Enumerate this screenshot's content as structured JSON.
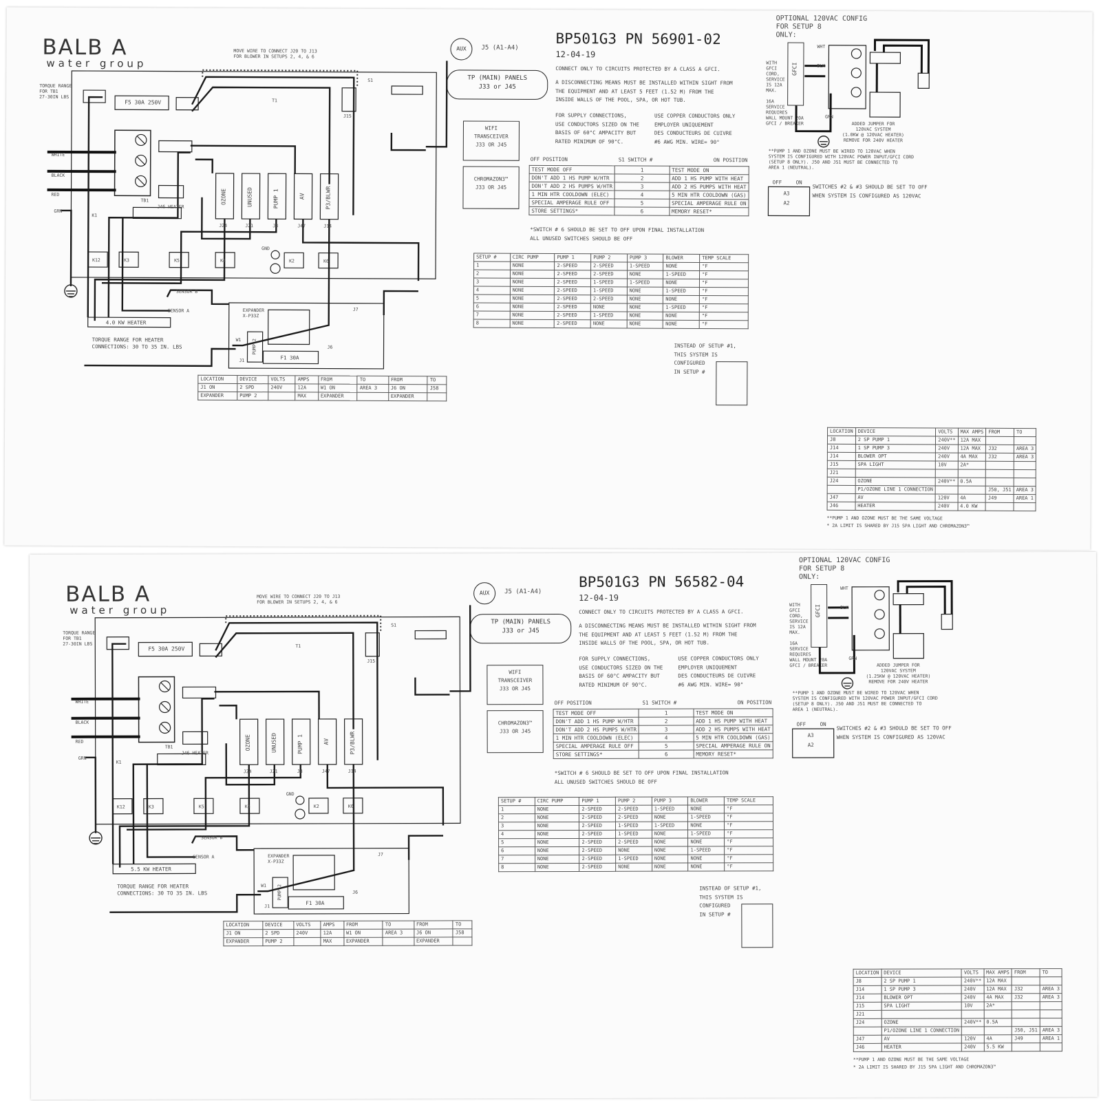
{
  "sheets": [
    {
      "logo": {
        "main": "BALB A",
        "sub": "water group"
      },
      "title": "BP501G3 PN 56901-02",
      "date": "12-04-19",
      "move_wire": "MOVE WIRE TO CONNECT J20 TO J13\nFOR BLOWER IN SETUPS 2, 4, & 6",
      "aux": "AUX",
      "aux_conn": "J5 (A1-A4)",
      "tp_panels": "TP (MAIN) PANELS\nJ33 or J45",
      "wifi": "WIFI\nTRANSCEIVER\nJ33 OR J45",
      "chromazon": "CHROMAZON3™\nJ33 OR J45",
      "torque_tb1": "TORQUE RANGE\nFOR TB1\n27-30IN LBS",
      "wire_colors": [
        "WHITE",
        "BLACK",
        "RED",
        "GRN"
      ],
      "fuse": "F5 30A 250V",
      "tb1": "TB1",
      "t1": "T1",
      "relays": [
        "OZONE",
        "UNUSED",
        "PUMP 1",
        "AV",
        "P3/BLWR"
      ],
      "relay_jacks": [
        "J24",
        "J21",
        "J8",
        "J47",
        "J14"
      ],
      "heater_conn": "J46 HEATER",
      "k_labels": [
        "K1",
        "K12",
        "K3",
        "K5",
        "K4",
        "K2",
        "K6"
      ],
      "gnd": "GND",
      "sensor_b": "SENSOR B",
      "sensor_a": "SENSOR A",
      "heater": "4.0 KW HEATER",
      "torque_heater": "TORQUE RANGE FOR HEATER\nCONNECTIONS: 30 TO 35 IN. LBS",
      "expander": "EXPANDER\nX-P33Z",
      "expander_pump": "PUMP 2",
      "expander_fuse": "F1 30A",
      "j_labels": [
        "J7",
        "J6",
        "J1",
        "W1",
        "S1",
        "J15"
      ],
      "gfci_notice": "CONNECT ONLY TO CIRCUITS PROTECTED BY A CLASS A GFCI.",
      "disconnect": "A DISCONNECTING MEANS MUST BE INSTALLED WITHIN SIGHT FROM\nTHE EQUIPMENT AND AT LEAST 5 FEET (1.52 M) FROM THE\nINSIDE WALLS OF THE POOL, SPA, OR HOT TUB.",
      "supply": "FOR SUPPLY CONNECTIONS,\nUSE CONDUCTORS SIZED ON THE\nBASIS OF 60°C AMPACITY BUT\nRATED MINIMUM OF 90°C.",
      "copper": "USE COPPER CONDUCTORS ONLY\nEMPLOYER UNIQUEMENT\nDES CONDUCTEURS DE CUIVRE\n#6 AWG MIN. WIRE= 90°",
      "switch_headers": [
        "OFF POSITION",
        "S1 SWITCH #",
        "ON POSITION"
      ],
      "switches": [
        {
          "off": "TEST MODE OFF",
          "n": "1",
          "on": "TEST MODE ON"
        },
        {
          "off": "DON'T ADD 1 HS PUMP W/HTR",
          "n": "2",
          "on": "ADD 1 HS PUMP WITH HEAT"
        },
        {
          "off": "DON'T ADD 2 HS PUMPS W/HTR",
          "n": "3",
          "on": "ADD 2 HS PUMPS WITH HEAT"
        },
        {
          "off": "1 MIN HTR COOLDOWN (ELEC)",
          "n": "4",
          "on": "5 MIN HTR COOLDOWN (GAS)"
        },
        {
          "off": "SPECIAL AMPERAGE RULE OFF",
          "n": "5",
          "on": "SPECIAL AMPERAGE RULE ON"
        },
        {
          "off": "STORE SETTINGS*",
          "n": "6",
          "on": "MEMORY RESET*"
        }
      ],
      "switch_note": "*SWITCH # 6 SHOULD BE SET TO OFF UPON FINAL INSTALLATION\nALL UNUSED SWITCHES SHOULD BE OFF",
      "setup_headers": [
        "SETUP #",
        "CIRC PUMP",
        "PUMP 1",
        "PUMP 2",
        "PUMP 3",
        "BLOWER",
        "TEMP SCALE"
      ],
      "setups": [
        [
          "1",
          "NONE",
          "2-SPEED",
          "2-SPEED",
          "1-SPEED",
          "NONE",
          "°F"
        ],
        [
          "2",
          "NONE",
          "2-SPEED",
          "2-SPEED",
          "NONE",
          "1-SPEED",
          "°F"
        ],
        [
          "3",
          "NONE",
          "2-SPEED",
          "1-SPEED",
          "1-SPEED",
          "NONE",
          "°F"
        ],
        [
          "4",
          "NONE",
          "2-SPEED",
          "1-SPEED",
          "NONE",
          "1-SPEED",
          "°F"
        ],
        [
          "5",
          "NONE",
          "2-SPEED",
          "2-SPEED",
          "NONE",
          "NONE",
          "°F"
        ],
        [
          "6",
          "NONE",
          "2-SPEED",
          "NONE",
          "NONE",
          "1-SPEED",
          "°F"
        ],
        [
          "7",
          "NONE",
          "2-SPEED",
          "1-SPEED",
          "NONE",
          "NONE",
          "°F"
        ],
        [
          "8",
          "NONE",
          "2-SPEED",
          "NONE",
          "NONE",
          "NONE",
          "°F"
        ]
      ],
      "instead_setup": "INSTEAD OF SETUP #1,\nTHIS SYSTEM IS\nCONFIGURED\nIN SETUP #",
      "exp_headers": [
        "LOCATION",
        "DEVICE",
        "VOLTS",
        "AMPS",
        "FROM",
        "TO",
        "FROM",
        "TO"
      ],
      "exp_rows": [
        [
          "J1 ON",
          "2 SPD",
          "240V",
          "12A",
          "W1 ON",
          "AREA 3",
          "J6 ON",
          "J58"
        ],
        [
          "EXPANDER",
          "PUMP 2",
          "",
          "MAX",
          "EXPANDER",
          "",
          "EXPANDER",
          ""
        ]
      ],
      "optional": "OPTIONAL 120VAC CONFIG\nFOR SETUP 8\nONLY:",
      "gfci": "GFCI",
      "opt_wires": [
        "WHT",
        "BLK",
        "GRN"
      ],
      "opt_left": "WITH\nGFCI\nCORD,\nSERVICE\nIS 12A\nMAX.\n\n16A\nSERVICE\nREQUIRES\nWALL MOUNT 20A\nGFCI / BREAKER",
      "jumper": "ADDED JUMPER FOR\n120VAC SYSTEM\n(1.0KW @ 120VAC HEATER)\nREMOVE FOR 240V HEATER",
      "pump_note": "**PUMP 1 AND OZONE MUST BE WIRED TO 120VAC WHEN\nSYSTEM IS CONFIGURED WITH 120VAC POWER INPUT/GFCI CORD\n(SETUP 8 ONLY). J50 AND J51 MUST BE CONNECTED TO\nAREA 1 (NEUTRAL).",
      "offon": [
        "OFF",
        "ON",
        "A3",
        "A2"
      ],
      "switches_note": "SWITCHES #2 & #3 SHOULD BE SET TO OFF\nWHEN SYSTEM IS CONFIGURED AS 120VAC",
      "loc_headers": [
        "LOCATION",
        "DEVICE",
        "VOLTS",
        "MAX AMPS",
        "FROM",
        "TO"
      ],
      "loc_rows": [
        [
          "J8",
          "2 SP PUMP 1",
          "240V**",
          "12A MAX",
          "",
          ""
        ],
        [
          "J14",
          "1 SP PUMP 3",
          "240V",
          "12A MAX",
          "J32",
          "AREA 3"
        ],
        [
          "J14",
          "BLOWER OPT",
          "240V",
          "4A MAX",
          "J32",
          "AREA 3"
        ],
        [
          "J15",
          "SPA LIGHT",
          "10V",
          "2A*",
          "",
          ""
        ],
        [
          "J21",
          "",
          "",
          "",
          "",
          ""
        ],
        [
          "J24",
          "OZONE",
          "240V**",
          "0.5A",
          "",
          ""
        ],
        [
          "",
          "P1/OZONE LINE 1 CONNECTION",
          "",
          "",
          "J50, J51",
          "AREA 3"
        ],
        [
          "J47",
          "AV",
          "120V",
          "4A",
          "J49",
          "AREA 1"
        ],
        [
          "J46",
          "HEATER",
          "240V",
          "4.0 KW",
          "",
          ""
        ]
      ],
      "loc_note": "**PUMP 1 AND OZONE MUST BE THE SAME VOLTAGE\n* 2A LIMIT IS SHARED BY J15 SPA LIGHT AND CHROMAZON3™"
    },
    {
      "logo": {
        "main": "BALB A",
        "sub": "water group"
      },
      "title": "BP501G3 PN 56582-04",
      "date": "12-04-19",
      "move_wire": "MOVE WIRE TO CONNECT J20 TO J13\nFOR BLOWER IN SETUPS 2, 4, & 6",
      "aux": "AUX",
      "aux_conn": "J5 (A1-A4)",
      "tp_panels": "TP (MAIN) PANELS\nJ33 or J45",
      "wifi": "WIFI\nTRANSCEIVER\nJ33 OR J45",
      "chromazon": "CHROMAZON3™\nJ33 OR J45",
      "torque_tb1": "TORQUE RANGE\nFOR TB1\n27-30IN LBS",
      "wire_colors": [
        "WHITE",
        "BLACK",
        "RED",
        "GRN"
      ],
      "fuse": "F5 30A 250V",
      "tb1": "TB1",
      "t1": "T1",
      "relays": [
        "OZONE",
        "UNUSED",
        "PUMP 1",
        "AV",
        "P3/BLWR"
      ],
      "relay_jacks": [
        "J24",
        "J21",
        "J8",
        "J47",
        "J14"
      ],
      "heater_conn": "J46 HEATER",
      "k_labels": [
        "K1",
        "K12",
        "K3",
        "K5",
        "K4",
        "K2",
        "K6"
      ],
      "gnd": "GND",
      "sensor_b": "SENSOR B",
      "sensor_a": "SENSOR A",
      "heater": "5.5 KW HEATER",
      "torque_heater": "TORQUE RANGE FOR HEATER\nCONNECTIONS: 30 TO 35 IN. LBS",
      "expander": "EXPANDER\nX-P33Z",
      "expander_pump": "PUMP 2",
      "expander_fuse": "F1 30A",
      "j_labels": [
        "J7",
        "J6",
        "J1",
        "W1",
        "S1",
        "J15"
      ],
      "gfci_notice": "CONNECT ONLY TO CIRCUITS PROTECTED BY A CLASS A GFCI.",
      "disconnect": "A DISCONNECTING MEANS MUST BE INSTALLED WITHIN SIGHT FROM\nTHE EQUIPMENT AND AT LEAST 5 FEET (1.52 M) FROM THE\nINSIDE WALLS OF THE POOL, SPA, OR HOT TUB.",
      "supply": "FOR SUPPLY CONNECTIONS,\nUSE CONDUCTORS SIZED ON THE\nBASIS OF 60°C AMPACITY BUT\nRATED MINIMUM OF 90°C.",
      "copper": "USE COPPER CONDUCTORS ONLY\nEMPLOYER UNIQUEMENT\nDES CONDUCTEURS DE CUIVRE\n#6 AWG MIN. WIRE= 90°",
      "switch_headers": [
        "OFF POSITION",
        "S1 SWITCH #",
        "ON POSITION"
      ],
      "switches": [
        {
          "off": "TEST MODE OFF",
          "n": "1",
          "on": "TEST MODE ON"
        },
        {
          "off": "DON'T ADD 1 HS PUMP W/HTR",
          "n": "2",
          "on": "ADD 1 HS PUMP WITH HEAT"
        },
        {
          "off": "DON'T ADD 2 HS PUMPS W/HTR",
          "n": "3",
          "on": "ADD 2 HS PUMPS WITH HEAT"
        },
        {
          "off": "1 MIN HTR COOLDOWN (ELEC)",
          "n": "4",
          "on": "5 MIN HTR COOLDOWN (GAS)"
        },
        {
          "off": "SPECIAL AMPERAGE RULE OFF",
          "n": "5",
          "on": "SPECIAL AMPERAGE RULE ON"
        },
        {
          "off": "STORE SETTINGS*",
          "n": "6",
          "on": "MEMORY RESET*"
        }
      ],
      "switch_note": "*SWITCH # 6 SHOULD BE SET TO OFF UPON FINAL INSTALLATION\nALL UNUSED SWITCHES SHOULD BE OFF",
      "setup_headers": [
        "SETUP #",
        "CIRC PUMP",
        "PUMP 1",
        "PUMP 2",
        "PUMP 3",
        "BLOWER",
        "TEMP SCALE"
      ],
      "setups": [
        [
          "1",
          "NONE",
          "2-SPEED",
          "2-SPEED",
          "1-SPEED",
          "NONE",
          "°F"
        ],
        [
          "2",
          "NONE",
          "2-SPEED",
          "2-SPEED",
          "NONE",
          "1-SPEED",
          "°F"
        ],
        [
          "3",
          "NONE",
          "2-SPEED",
          "1-SPEED",
          "1-SPEED",
          "NONE",
          "°F"
        ],
        [
          "4",
          "NONE",
          "2-SPEED",
          "1-SPEED",
          "NONE",
          "1-SPEED",
          "°F"
        ],
        [
          "5",
          "NONE",
          "2-SPEED",
          "2-SPEED",
          "NONE",
          "NONE",
          "°F"
        ],
        [
          "6",
          "NONE",
          "2-SPEED",
          "NONE",
          "NONE",
          "1-SPEED",
          "°F"
        ],
        [
          "7",
          "NONE",
          "2-SPEED",
          "1-SPEED",
          "NONE",
          "NONE",
          "°F"
        ],
        [
          "8",
          "NONE",
          "2-SPEED",
          "NONE",
          "NONE",
          "NONE",
          "°F"
        ]
      ],
      "instead_setup": "INSTEAD OF SETUP #1,\nTHIS SYSTEM IS\nCONFIGURED\nIN SETUP #",
      "exp_headers": [
        "LOCATION",
        "DEVICE",
        "VOLTS",
        "AMPS",
        "FROM",
        "TO",
        "FROM",
        "TO"
      ],
      "exp_rows": [
        [
          "J1 ON",
          "2 SPD",
          "240V",
          "12A",
          "W1 ON",
          "AREA 3",
          "J6 ON",
          "J58"
        ],
        [
          "EXPANDER",
          "PUMP 2",
          "",
          "MAX",
          "EXPANDER",
          "",
          "EXPANDER",
          ""
        ]
      ],
      "optional": "OPTIONAL 120VAC CONFIG\nFOR SETUP 8\nONLY:",
      "gfci": "GFCI",
      "opt_wires": [
        "WHT",
        "BLK",
        "GRN"
      ],
      "opt_left": "WITH\nGFCI\nCORD,\nSERVICE\nIS 12A\nMAX.\n\n16A\nSERVICE\nREQUIRES\nWALL MOUNT 20A\nGFCI / BREAKER",
      "jumper": "ADDED JUMPER FOR\n120VAC SYSTEM\n(1.25KW @ 120VAC HEATER)\nREMOVE FOR 240V HEATER",
      "pump_note": "**PUMP 1 AND OZONE MUST BE WIRED TO 120VAC WHEN\nSYSTEM IS CONFIGURED WITH 120VAC POWER INPUT/GFCI CORD\n(SETUP 8 ONLY). J50 AND J51 MUST BE CONNECTED TO\nAREA 1 (NEUTRAL).",
      "offon": [
        "OFF",
        "ON",
        "A3",
        "A2"
      ],
      "switches_note": "SWITCHES #2 & #3 SHOULD BE SET TO OFF\nWHEN SYSTEM IS CONFIGURED AS 120VAC",
      "loc_headers": [
        "LOCATION",
        "DEVICE",
        "VOLTS",
        "MAX AMPS",
        "FROM",
        "TO"
      ],
      "loc_rows": [
        [
          "J8",
          "2 SP PUMP 1",
          "240V**",
          "12A MAX",
          "",
          ""
        ],
        [
          "J14",
          "1 SP PUMP 3",
          "240V",
          "12A MAX",
          "J32",
          "AREA 3"
        ],
        [
          "J14",
          "BLOWER OPT",
          "240V",
          "4A MAX",
          "J32",
          "AREA 3"
        ],
        [
          "J15",
          "SPA LIGHT",
          "10V",
          "2A*",
          "",
          ""
        ],
        [
          "J21",
          "",
          "",
          "",
          "",
          ""
        ],
        [
          "J24",
          "OZONE",
          "240V**",
          "0.5A",
          "",
          ""
        ],
        [
          "",
          "P1/OZONE LINE 1 CONNECTION",
          "",
          "",
          "J50, J51",
          "AREA 3"
        ],
        [
          "J47",
          "AV",
          "120V",
          "4A",
          "J49",
          "AREA 1"
        ],
        [
          "J46",
          "HEATER",
          "240V",
          "5.5 KW",
          "",
          ""
        ]
      ],
      "loc_note": "**PUMP 1 AND OZONE MUST BE THE SAME VOLTAGE\n* 2A LIMIT IS SHARED BY J15 SPA LIGHT AND CHROMAZON3™"
    }
  ]
}
